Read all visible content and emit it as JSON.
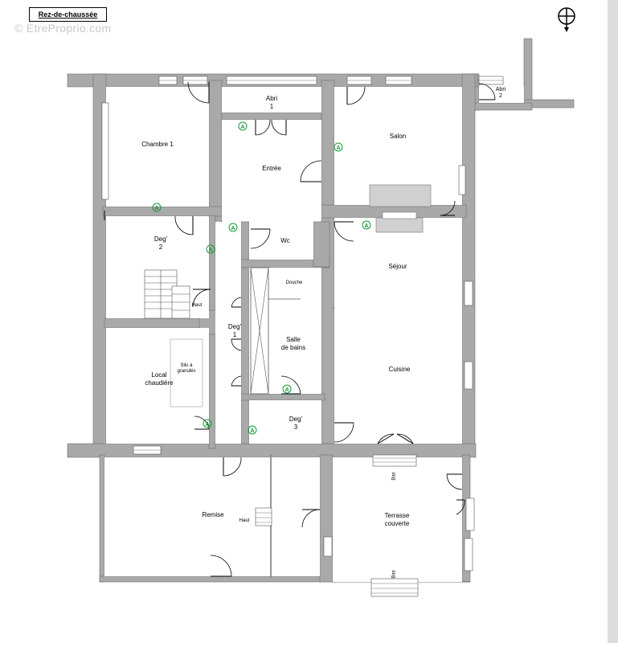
{
  "plan": {
    "title": "Rez-de-chaussée",
    "watermark": "© EtreProprio.com",
    "compass_icon": "north-arrow-icon",
    "colors": {
      "wall": "#a9a9a9",
      "marker": "#1a9a3a"
    }
  },
  "rooms": {
    "abri1": [
      "Abri",
      "1"
    ],
    "abri2": [
      "Abri",
      "2"
    ],
    "chambre1": "Chambre 1",
    "entree": "Entrée",
    "salon": "Salon",
    "deg2": [
      "Deg'",
      "2"
    ],
    "wc": "Wc",
    "sejour": "Séjour",
    "douche": "Douche",
    "deg1": [
      "Deg'",
      "1"
    ],
    "salle_de_bains": [
      "Salle",
      "de bains"
    ],
    "haut_stairs": "Haut",
    "silo": [
      "Silo à",
      "granulés"
    ],
    "local_chaudiere": [
      "Local",
      "chaudière"
    ],
    "cuisine": "Cuisine",
    "deg3": [
      "Deg'",
      "3"
    ],
    "remise": "Remise",
    "haut_remise": "Haut",
    "terrasse": [
      "Terrasse",
      "couverte"
    ],
    "bas_top": "Bas",
    "bas_bottom": "Bas"
  },
  "markers": {
    "letter": "A"
  }
}
